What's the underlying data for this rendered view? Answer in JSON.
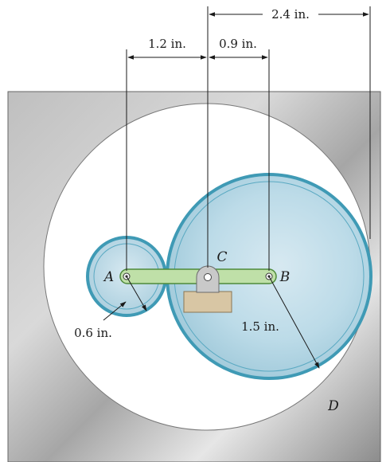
{
  "figure": {
    "dimensions": {
      "ca": "1.2 in.",
      "cb": "0.9 in.",
      "total": "2.4 in.",
      "radius_a": "0.6 in.",
      "radius_b": "1.5 in."
    },
    "points": {
      "a": "A",
      "b": "B",
      "c": "C",
      "d": "D"
    }
  }
}
